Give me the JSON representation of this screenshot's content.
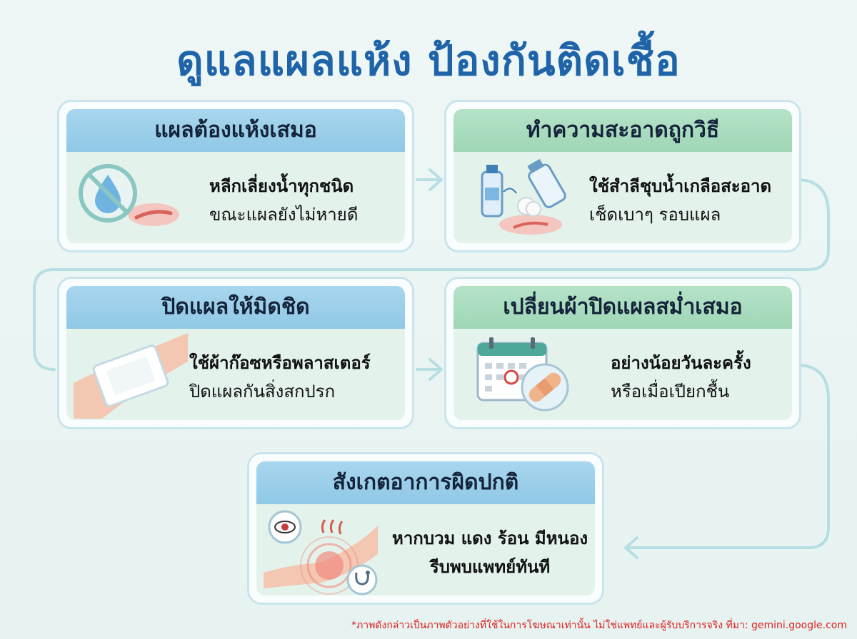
{
  "title": "ดูแลแผลแห้ง ป้องกันติดเชื้อ",
  "cards": [
    {
      "heading": "แผลต้องแห้งเสมอ",
      "line1": "หลีกเลี่ยงน้ำทุกชนิด",
      "line2": "ขณะแผลยังไม่หายดี"
    },
    {
      "heading": "ทำความสะอาดถูกวิธี",
      "line1": "ใช้สำลีชุบน้ำเกลือสะอาด",
      "line2": "เช็ดเบาๆ รอบแผล"
    },
    {
      "heading": "ปิดแผลให้มิดชิด",
      "line1": "ใช้ผ้าก๊อซหรือพลาสเตอร์",
      "line2": "ปิดแผลกันสิ่งสกปรก"
    },
    {
      "heading": "เปลี่ยนผ้าปิดแผลสม่ำเสมอ",
      "line1": "อย่างน้อยวันละครั้ง",
      "line2": "หรือเมื่อเปียกชื้น"
    },
    {
      "heading": "สังเกตอาการผิดปกติ",
      "line1": "หากบวม แดง ร้อน มีหนอง",
      "line2": "รีบพบแพทย์ทันที"
    }
  ],
  "footnote": "*ภาพดังกล่าวเป็นภาพตัวอย่างที่ใช้ในการโฆษณาเท่านั้น ไม่ใช่แพทย์และผู้รับบริการจริง ที่มา: gemini.google.com",
  "colors": {
    "title": "#1f64a8",
    "head_blue": "#9fcfea",
    "head_green": "#a8dcbf",
    "arrow": "#a8d8dc",
    "footnote": "#e02020"
  }
}
